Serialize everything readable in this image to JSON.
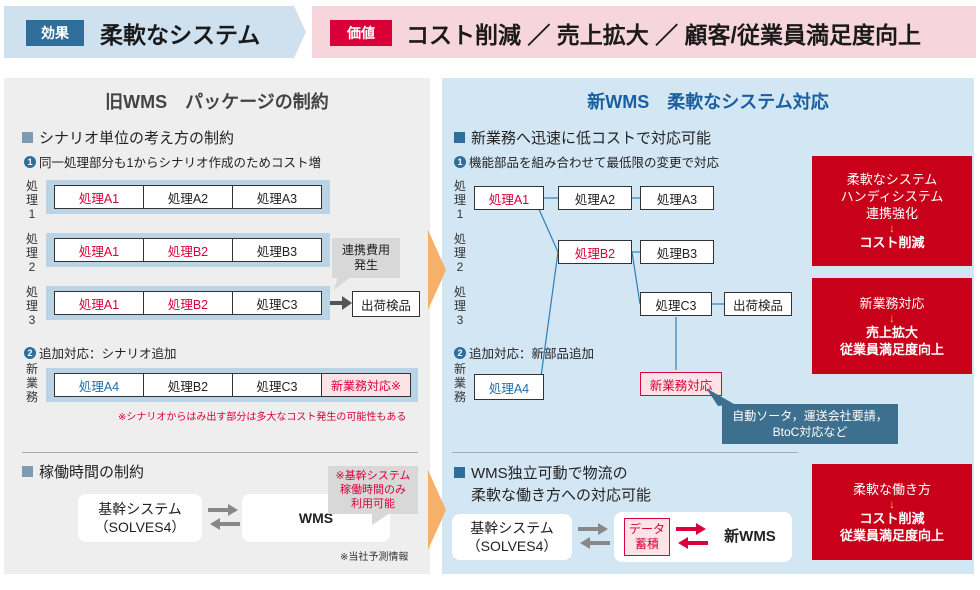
{
  "header": {
    "left_tag": "効果",
    "left_text": "柔軟なシステム",
    "right_tag": "価値",
    "right_text": "コスト削減 ／ 売上拡大 ／ 顧客/従業員満足度向上"
  },
  "left_panel": {
    "title": "旧WMS　パッケージの制約",
    "section1": {
      "title": "シナリオ単位の考え方の制約",
      "sub1_num": "1",
      "sub1": "同一処理部分も1からシナリオ作成のためコスト増",
      "rows": [
        {
          "label": "処理1",
          "cells": [
            "処理A1",
            "処理A2",
            "処理A3"
          ]
        },
        {
          "label": "処理2",
          "cells": [
            "処理A1",
            "処理B2",
            "処理B3"
          ]
        },
        {
          "label": "処理3",
          "cells": [
            "処理A1",
            "処理B2",
            "処理C3"
          ]
        }
      ],
      "callout": "連携費用発生",
      "callout_l1": "連携費用",
      "callout_l2": "発生",
      "shipping": "出荷検品",
      "sub2_num": "2",
      "sub2": "追加対応：シナリオ追加",
      "new_row": {
        "label": "新業務",
        "cells": [
          "処理A4",
          "処理B2",
          "処理C3",
          "新業務対応※"
        ]
      },
      "note": "※シナリオからはみ出す部分は多大なコスト発生の可能性もある"
    },
    "section2": {
      "title": "稼働時間の制約",
      "core_l1": "基幹システム",
      "core_l2": "（SOLVES4）",
      "wms": "WMS",
      "callout_l1": "※基幹システム",
      "callout_l2": "稼働時間のみ",
      "callout_l3": "利用可能",
      "note": "※当社予測情報"
    }
  },
  "right_panel": {
    "title": "新WMS　柔軟なシステム対応",
    "section1": {
      "title": "新業務へ迅速に低コストで対応可能",
      "sub1_num": "1",
      "sub1": "機能部品を組み合わせて最低限の変更で対応",
      "labels": [
        "処理1",
        "処理2",
        "処理3"
      ],
      "nodes": {
        "a1": "処理A1",
        "a2": "処理A2",
        "a3": "処理A3",
        "b2": "処理B2",
        "b3": "処理B3",
        "c3": "処理C3",
        "ship": "出荷検品",
        "a4": "処理A4",
        "newbiz": "新業務対応"
      },
      "sub2_num": "2",
      "sub2": "追加対応：新部品追加",
      "new_label": "新業務",
      "dark_l1": "自動ソータ，運送会社要請，",
      "dark_l2": "BtoC対応など"
    },
    "section2": {
      "title_l1": "WMS独立可動で物流の",
      "title_l2": "柔軟な働き方への対応可能",
      "core_l1": "基幹システム",
      "core_l2": "（SOLVES4）",
      "data_l1": "データ",
      "data_l2": "蓄積",
      "new_wms": "新WMS"
    },
    "value_boxes": [
      {
        "lines": [
          "柔軟なシステム",
          "ハンディシステム",
          "連携強化"
        ],
        "result": [
          "コスト削減"
        ]
      },
      {
        "lines": [
          "新業務対応"
        ],
        "result": [
          "売上拡大",
          "従業員満足度向上"
        ]
      },
      {
        "lines": [
          "柔軟な働き方"
        ],
        "result": [
          "コスト削減",
          "従業員満足度向上"
        ]
      }
    ],
    "arrow_glyph": "↓"
  },
  "colors": {
    "accent_blue": "#2f6e9a",
    "accent_red": "#d9003a",
    "panel_right": "#d3e6f4",
    "panel_left": "#eeeeee",
    "value_red": "#c8001a",
    "chevron": "#f5b06a"
  }
}
